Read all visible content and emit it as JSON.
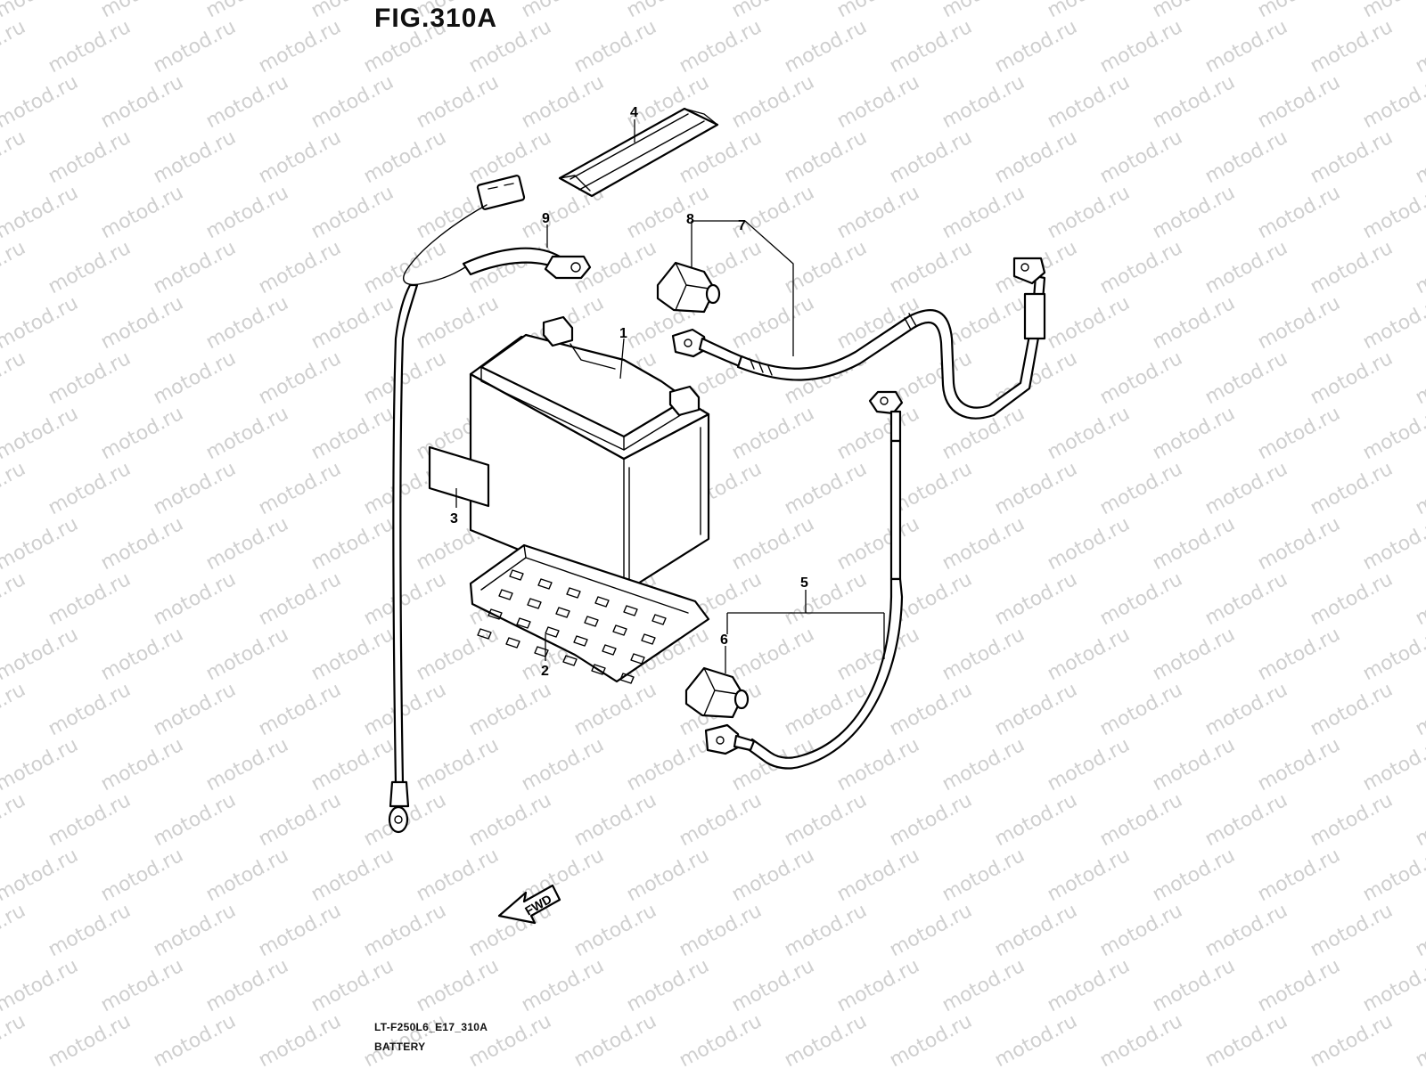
{
  "figure": {
    "title": "FIG.310A",
    "code": "LT-F250L6_E17_310A",
    "name": "BATTERY"
  },
  "watermark": {
    "text": "motod.ru",
    "color": "#cfcfcf"
  },
  "direction_arrow": {
    "label": "FWD"
  },
  "callouts": [
    {
      "id": "1",
      "label": "1"
    },
    {
      "id": "2",
      "label": "2"
    },
    {
      "id": "3",
      "label": "3"
    },
    {
      "id": "4",
      "label": "4"
    },
    {
      "id": "5",
      "label": "5"
    },
    {
      "id": "6",
      "label": "6"
    },
    {
      "id": "7",
      "label": "7"
    },
    {
      "id": "8",
      "label": "8"
    },
    {
      "id": "9",
      "label": "9"
    }
  ]
}
